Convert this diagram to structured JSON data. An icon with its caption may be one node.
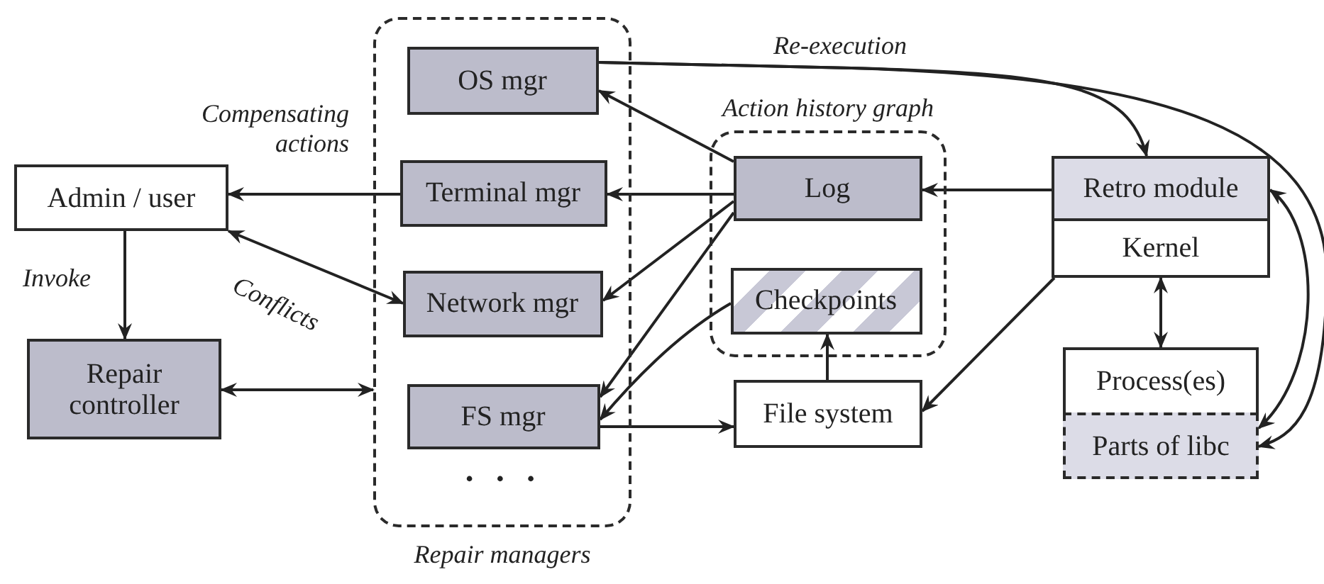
{
  "diagram": {
    "nodes": [
      {
        "text": [
          "Repair managers"
        ]
      },
      {
        "text": [
          "OS mgr"
        ],
        "in": 0
      },
      {
        "text": [
          "Terminal mgr"
        ],
        "in": 0
      },
      {
        "text": [
          "Network mgr"
        ],
        "in": 0
      },
      {
        "text": [
          "FS mgr"
        ],
        "in": 0
      },
      {
        "text": [
          "Admin / user"
        ]
      },
      {
        "text": [
          "Repair controller"
        ]
      },
      {
        "text": [
          "Action history graph"
        ]
      },
      {
        "text": [
          "Log"
        ],
        "in": 7
      },
      {
        "text": [
          "Checkpoints"
        ],
        "in": 7
      },
      {
        "text": [
          "File system"
        ]
      },
      {
        "text": [
          "Retro module"
        ]
      },
      {
        "text": [
          "Kernel"
        ]
      },
      {
        "text": [
          "Process(es)"
        ]
      },
      {
        "text": [
          "Parts of libc"
        ]
      }
    ],
    "edges": [
      {
        "from": 2,
        "to": 5,
        "arrow": "to",
        "label": "Compensating actions"
      },
      {
        "from": 5,
        "to": 3,
        "arrow": "both",
        "label": "Conflicts"
      },
      {
        "from": 5,
        "to": 6,
        "arrow": "to",
        "label": "Invoke"
      },
      {
        "from": 6,
        "to": 0,
        "arrow": "both"
      },
      {
        "from": 8,
        "to": 1,
        "arrow": "to"
      },
      {
        "from": 8,
        "to": 2,
        "arrow": "to"
      },
      {
        "from": 8,
        "to": 3,
        "arrow": "to"
      },
      {
        "from": 8,
        "to": 4,
        "arrow": "to"
      },
      {
        "from": 9,
        "to": 4,
        "arrow": "to"
      },
      {
        "from": 4,
        "to": 10,
        "arrow": "to"
      },
      {
        "from": 10,
        "to": 9,
        "arrow": "to"
      },
      {
        "from": 11,
        "to": 8,
        "arrow": "to"
      },
      {
        "from": 12,
        "to": 10,
        "arrow": "to"
      },
      {
        "from": 1,
        "to": 11,
        "arrow": "to",
        "label": "Re-execution"
      },
      {
        "from": 1,
        "to": 14,
        "arrow": "to"
      },
      {
        "from": 11,
        "to": 14,
        "arrow": "both"
      },
      {
        "from": 12,
        "to": 13,
        "arrow": "both"
      }
    ],
    "labels": [
      "• • •"
    ]
  }
}
